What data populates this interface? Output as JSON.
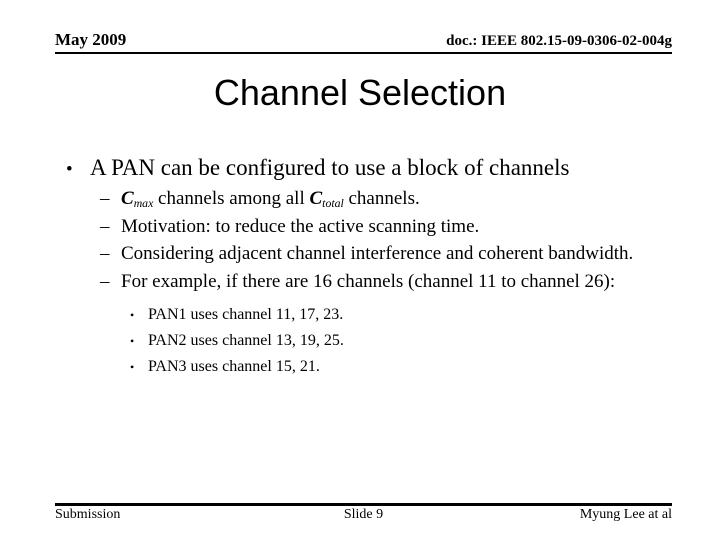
{
  "header": {
    "date": "May 2009",
    "doc": "doc.: IEEE 802.15-09-0306-02-004g"
  },
  "title": "Channel Selection",
  "markers": {
    "l1": "•",
    "l2": "–",
    "l3": "•"
  },
  "content": {
    "main_bullet": "A PAN can be configured to use a block of channels",
    "formula": {
      "c1": "C",
      "sub1": "max",
      "mid": " channels among all ",
      "c2": "C",
      "sub2": "total",
      "end": " channels."
    },
    "dash_items": [
      "Motivation: to reduce the active scanning time.",
      "Considering adjacent channel interference and coherent bandwidth.",
      "For example, if there are 16 channels (channel 11 to channel 26):"
    ],
    "example_items": [
      "PAN1 uses channel 11, 17, 23.",
      "PAN2 uses channel 13, 19, 25.",
      "PAN3 uses channel 15, 21."
    ]
  },
  "footer": {
    "left": "Submission",
    "center": "Slide 9",
    "right": "Myung Lee at al"
  },
  "colors": {
    "background": "#ffffff",
    "text": "#000000",
    "rule": "#000000"
  }
}
